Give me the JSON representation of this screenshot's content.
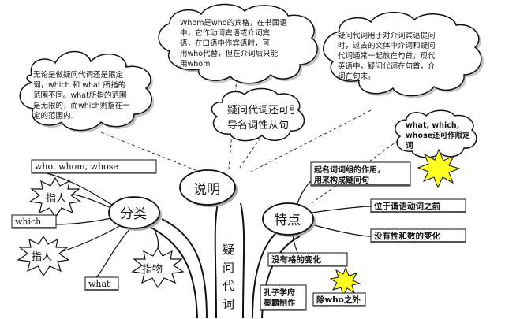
{
  "center": {
    "title": "说明",
    "trunk_chars": [
      "疑",
      "问",
      "代",
      "词"
    ]
  },
  "branches": {
    "classify": "分类",
    "features": "特点"
  },
  "clouds": {
    "left": [
      "无论是做疑问代词还是限定",
      "词，which 和 what 所指的",
      "范围不同。what所指的范围",
      "是无限的，而which则指在一",
      "定的范围内."
    ],
    "top": [
      "Whom是who的宾格，在书面语",
      "中，它作动词宾语或介词宾",
      "语，在口语中作宾语时，可",
      "用who代替，但在介词后只能",
      "用whom"
    ],
    "right": [
      "疑问代词用于对介词宾语提问",
      "时，过去的文体中介词和疑问",
      "代词通常一起放在句首，现代",
      "英语中，疑问代词在句首，介",
      "词在句末。"
    ],
    "mid": [
      "疑问代词还可引",
      "导名词性从句"
    ],
    "small": [
      "what, which,",
      "whose还可作限定",
      "词"
    ]
  },
  "labels": {
    "who": "who, whom, whose",
    "which": "which",
    "what": "what",
    "feat1": [
      "起名词词组的作用，",
      "用来构成疑问句"
    ],
    "feat2": "位于谓语动词之前",
    "feat3": "没有性和数的变化",
    "feat4": "没有格的变化",
    "except": "除who之外",
    "author": [
      "孔子学府",
      "秦霸制作"
    ]
  },
  "stars": {
    "s1": "指人",
    "s2": "指人",
    "s3": "指物"
  }
}
